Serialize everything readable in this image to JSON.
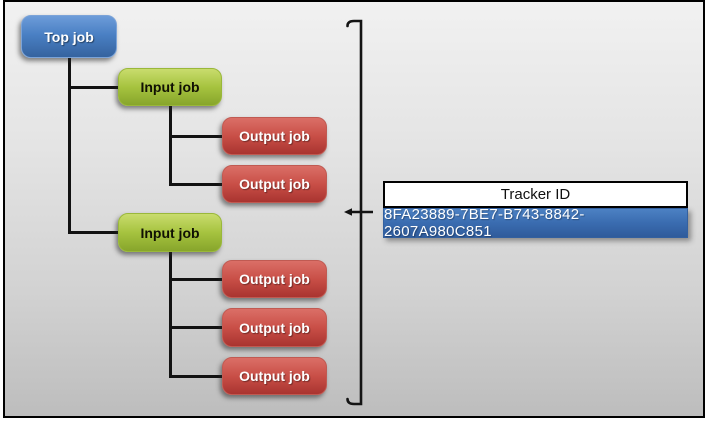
{
  "colors": {
    "background_top": "#f1f1f1",
    "background_bottom": "#bdbdbd",
    "frame": "#000000",
    "top_job_fill": "#4a80c4",
    "input_job_fill": "#a6c33f",
    "output_job_fill": "#c94f47",
    "tracker_value_fill": "#3a6cb0",
    "connector": "#121212"
  },
  "diagram": {
    "nodes": [
      {
        "id": "top-job",
        "label": "Top job",
        "type": "top"
      },
      {
        "id": "input-job-1",
        "label": "Input job",
        "type": "input"
      },
      {
        "id": "output-job-1",
        "label": "Output job",
        "type": "output"
      },
      {
        "id": "output-job-2",
        "label": "Output job",
        "type": "output"
      },
      {
        "id": "input-job-2",
        "label": "Input job",
        "type": "input"
      },
      {
        "id": "output-job-3",
        "label": "Output job",
        "type": "output"
      },
      {
        "id": "output-job-4",
        "label": "Output job",
        "type": "output"
      },
      {
        "id": "output-job-5",
        "label": "Output job",
        "type": "output"
      }
    ],
    "hierarchy": {
      "root": "Top job",
      "children": [
        {
          "node": "Input job",
          "children": [
            "Output job",
            "Output job"
          ]
        },
        {
          "node": "Input job",
          "children": [
            "Output job",
            "Output job",
            "Output job"
          ]
        }
      ]
    }
  },
  "tracker_table": {
    "header": "Tracker ID",
    "value": "8FA23889-7BE7-B743-8842-2607A980C851"
  }
}
